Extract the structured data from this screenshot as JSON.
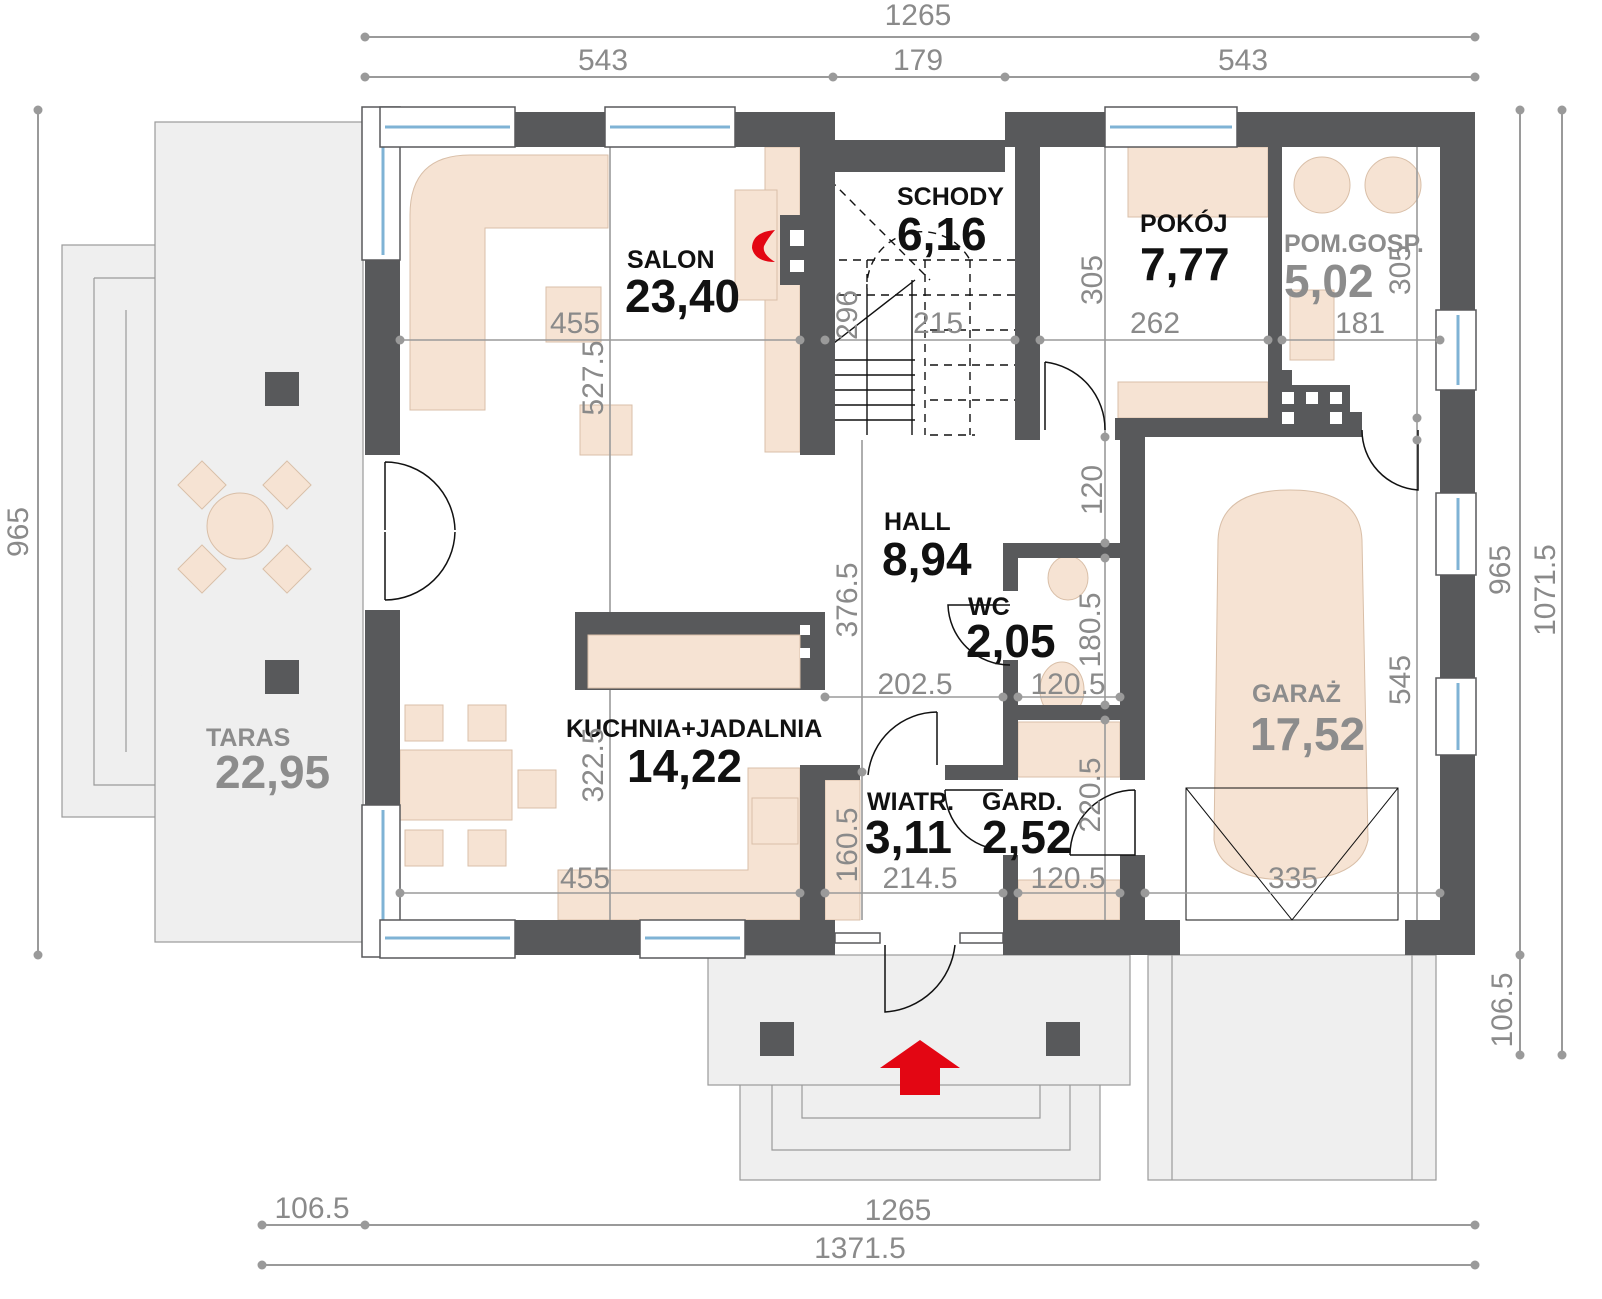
{
  "plan": {
    "accent_arrow_color": "#e30613",
    "wall_color": "#58595b",
    "furniture_color": "#f6e3d3"
  },
  "rooms": [
    {
      "name": "SALON",
      "area": "23,40"
    },
    {
      "name": "SCHODY",
      "area": "6,16"
    },
    {
      "name": "POKÓJ",
      "area": "7,77"
    },
    {
      "name": "POM.GOSP.",
      "area": "5,02"
    },
    {
      "name": "HALL",
      "area": "8,94"
    },
    {
      "name": "WC",
      "area": "2,05"
    },
    {
      "name": "KUCHNIA+JADALNIA",
      "area": "14,22"
    },
    {
      "name": "WIATR.",
      "area": "3,11"
    },
    {
      "name": "GARD.",
      "area": "2,52"
    },
    {
      "name": "GARAŻ",
      "area": "17,52"
    },
    {
      "name": "TARAS",
      "area": "22,95"
    }
  ],
  "outer_dimensions": [
    "1265",
    "543",
    "179",
    "543",
    "965",
    "965",
    "1071.5",
    "106.5",
    "106.5",
    "1265",
    "1371.5"
  ],
  "inner_dimensions": [
    "455",
    "527.5",
    "296",
    "215",
    "305",
    "262",
    "181",
    "305",
    "120",
    "376.5",
    "180.5",
    "202.5",
    "120.5",
    "322.5",
    "160.5",
    "220.5",
    "455",
    "214.5",
    "120.5",
    "335",
    "545"
  ]
}
